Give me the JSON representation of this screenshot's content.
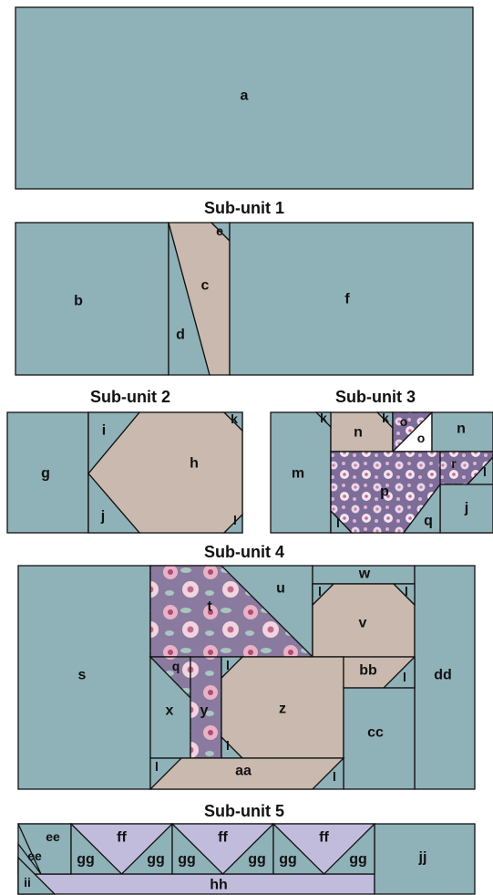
{
  "colors": {
    "teal": "#8fb1b8",
    "tan": "#c9b9ae",
    "lavender": "#c1bcdc",
    "floral_bg": "#8a7aa0",
    "floral_rose": "#e7b3c5",
    "floral_dark": "#b04a78",
    "floral_leaf": "#a8c6c0",
    "white": "#ffffff",
    "outline": "#111111"
  },
  "titles": {
    "sub_unit_1": "Sub-unit 1",
    "sub_unit_2": "Sub-unit 2",
    "sub_unit_3": "Sub-unit 3",
    "sub_unit_4": "Sub-unit 4",
    "sub_unit_5": "Sub-unit 5"
  },
  "pieces": {
    "a": "a",
    "b": "b",
    "c": "c",
    "d": "d",
    "e": "e",
    "f": "f",
    "g": "g",
    "h": "h",
    "i": "i",
    "j": "j",
    "k": "k",
    "l": "l",
    "m": "m",
    "n": "n",
    "o": "o",
    "p": "p",
    "q": "q",
    "r": "r",
    "s": "s",
    "t": "t",
    "u": "u",
    "v": "v",
    "w": "w",
    "x": "x",
    "y": "y",
    "z": "z",
    "aa": "aa",
    "bb": "bb",
    "cc": "cc",
    "dd": "dd",
    "ee": "ee",
    "ff": "ff",
    "gg": "gg",
    "hh": "hh",
    "ii": "ii",
    "jj": "jj"
  }
}
